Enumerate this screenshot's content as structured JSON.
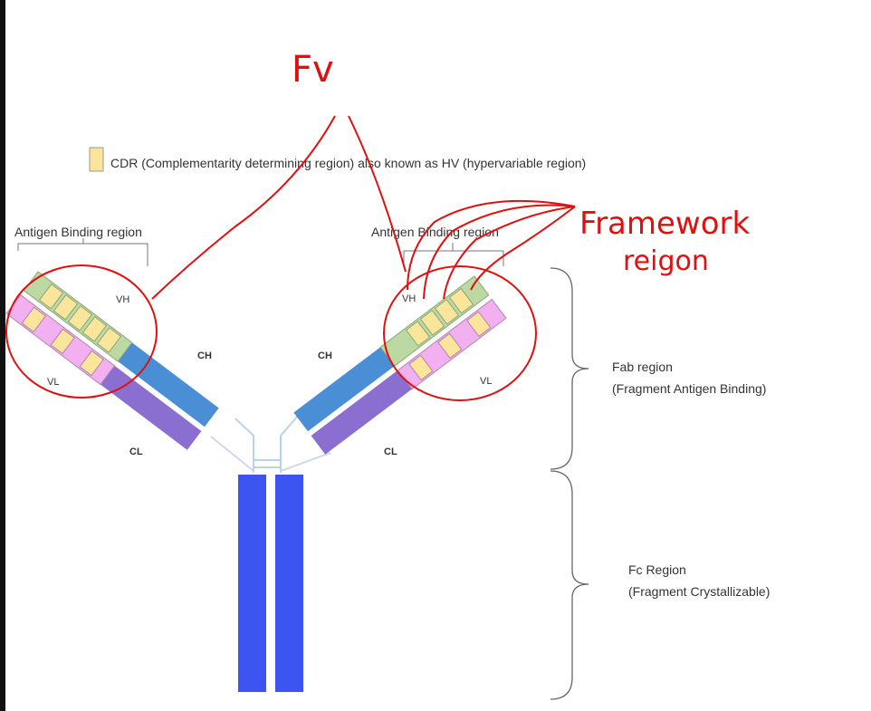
{
  "legend": {
    "swatch_color": "#fbe59a",
    "text": "CDR (Complementarity determining region) also known as HV (hypervariable region)"
  },
  "labels": {
    "antigen_left": "Antigen Binding region",
    "antigen_right": "Antigen Binding region",
    "vh": "VH",
    "vl": "VL",
    "ch": "CH",
    "cl": "CL",
    "fab_title": "Fab region",
    "fab_sub": "(Fragment Antigen Binding)",
    "fc_title": "Fc Region",
    "fc_sub": "(Fragment Crystallizable)"
  },
  "annotations": {
    "fv": "Fv",
    "framework_line1": "Framework",
    "framework_line2": "reigon",
    "ink_color": "#e01010"
  },
  "colors": {
    "heavy_constant": "#4a8fd6",
    "light_constant": "#8a6fd1",
    "fc": "#3d55f0",
    "heavy_variable": "#bcd9a3",
    "light_variable": "#f2b0f0",
    "cdr": "#fbe59a"
  }
}
